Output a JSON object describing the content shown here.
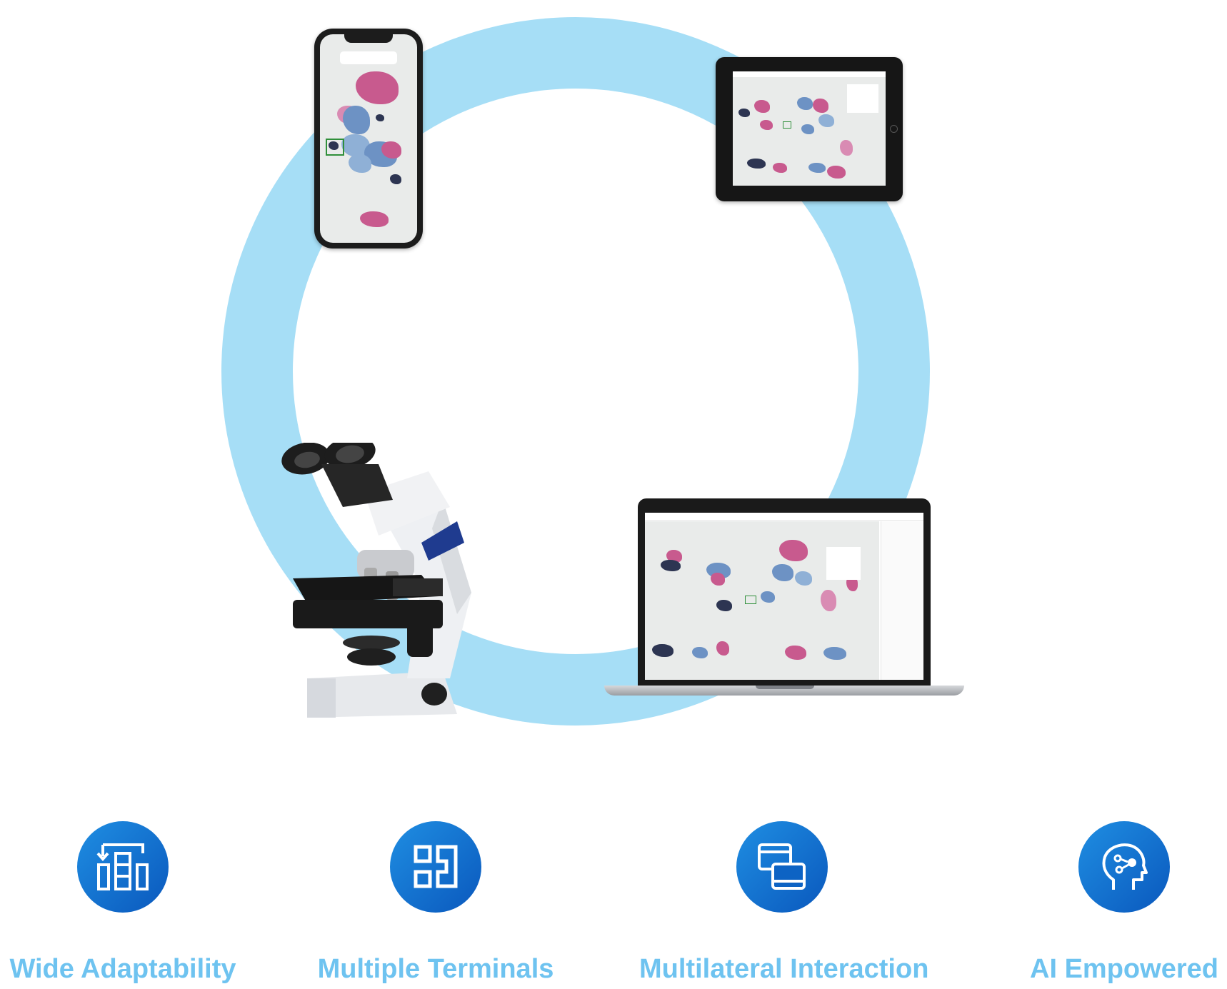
{
  "features": [
    {
      "label": "Wide Adaptability",
      "icon": "adaptability-icon"
    },
    {
      "label": "Multiple Terminals",
      "icon": "terminals-icon"
    },
    {
      "label": "Multilateral Interaction",
      "icon": "interaction-icon"
    },
    {
      "label": "AI Empowered",
      "icon": "ai-head-icon"
    }
  ],
  "colors": {
    "ring": "#a6def6",
    "label": "#6ec3f0",
    "icon_gradient_start": "#1f8ee2",
    "icon_gradient_end": "#0a58bd"
  }
}
